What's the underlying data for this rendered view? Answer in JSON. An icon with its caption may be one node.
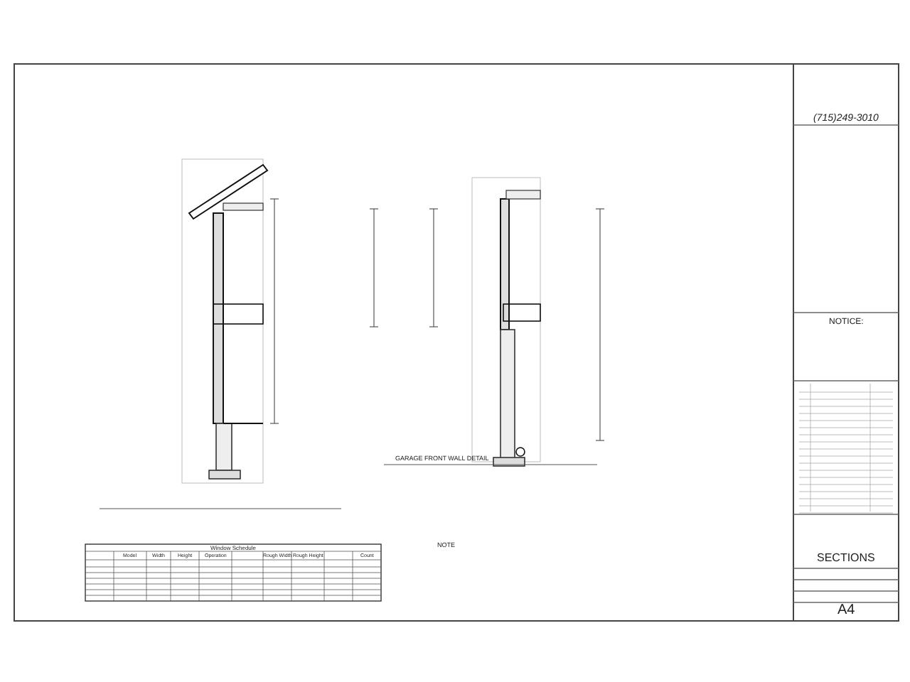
{
  "diagram": {
    "labels": [
      "GARAGE FRONT WALL DETAIL",
      "Window Schedule",
      "Model",
      "Width",
      "Height",
      "Operation",
      "Rough Width",
      "Rough Height",
      "Count",
      "NOTE",
      "(715)249-3010",
      "NOTICE:",
      "SECTIONS",
      "A4"
    ]
  }
}
